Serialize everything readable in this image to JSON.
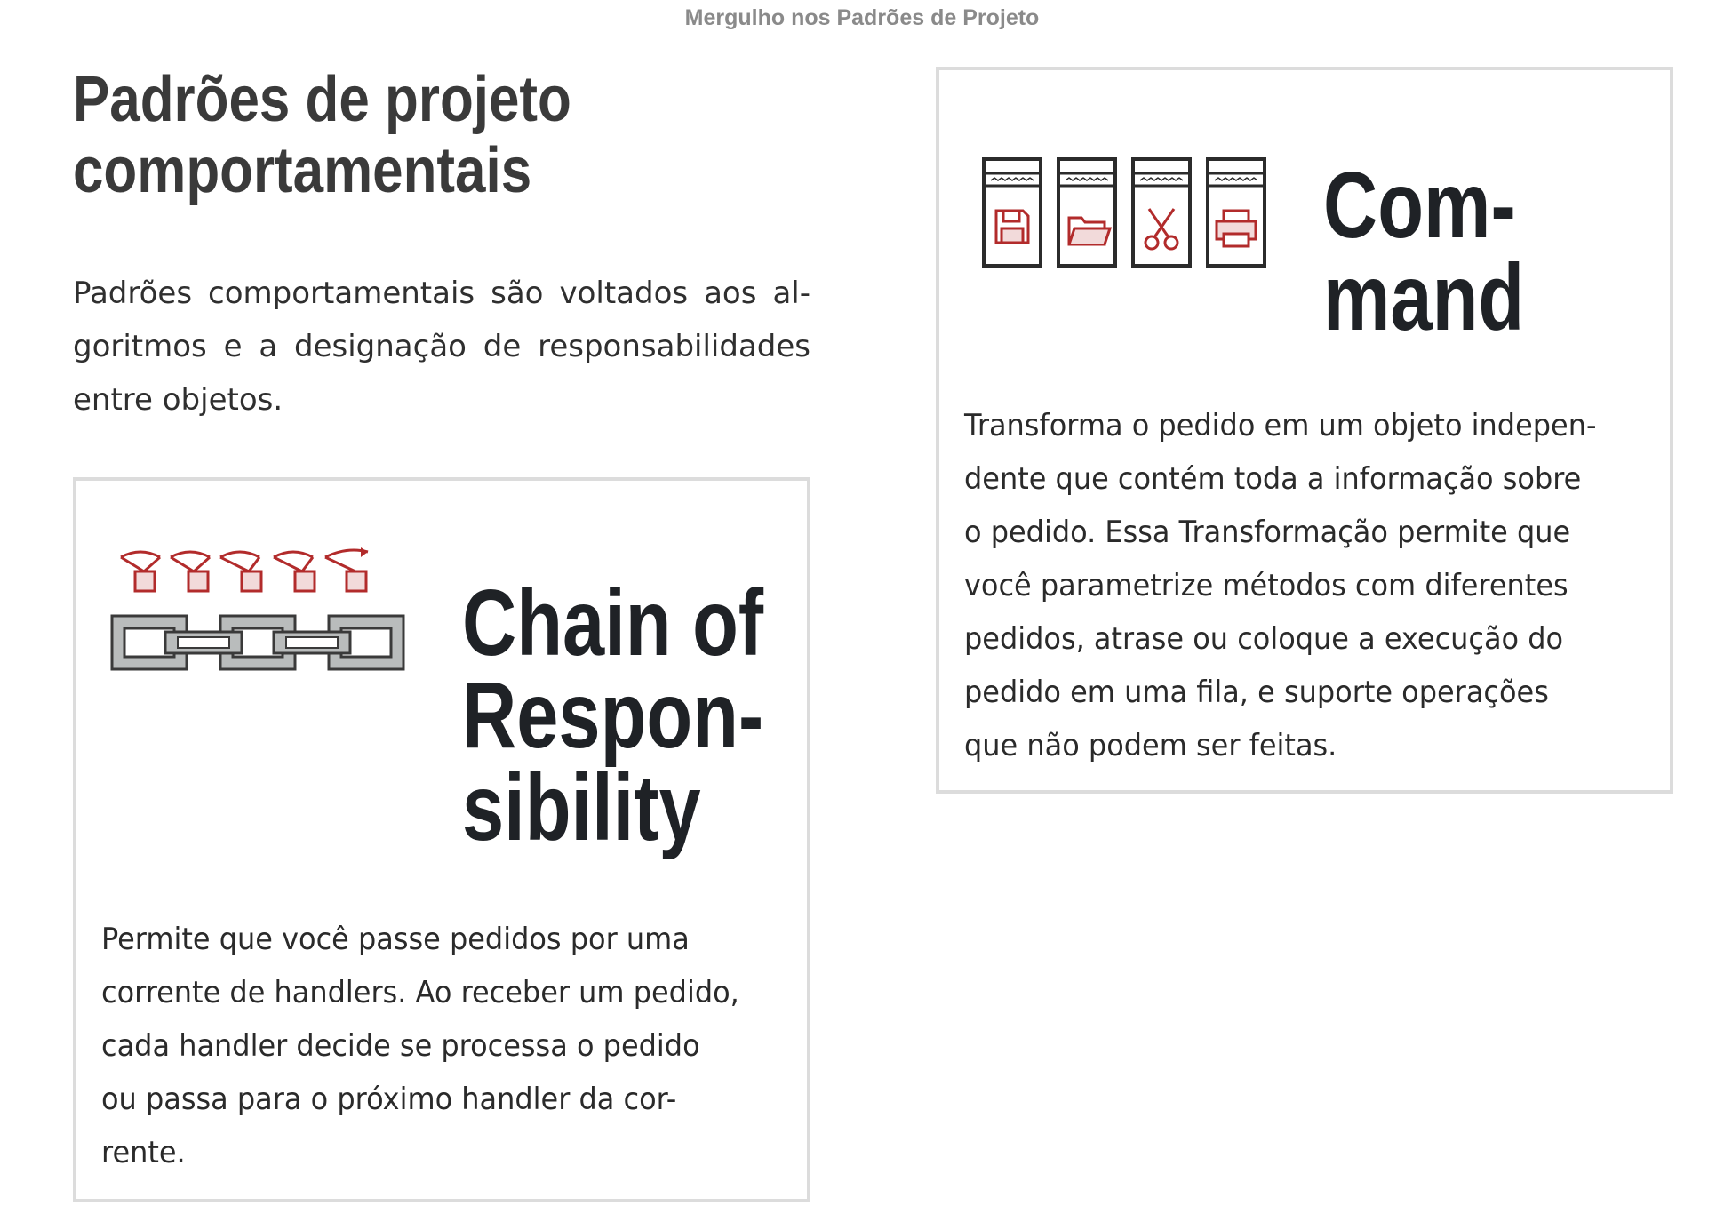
{
  "header": {
    "book_title": "Mergulho nos Padrões de Projeto"
  },
  "section": {
    "title_lines": [
      "Padrões de projeto",
      "comportamentais"
    ],
    "intro_lines": [
      "Padrões comportamentais são voltados aos al-",
      "goritmos e a designação de responsabilidades",
      "entre objetos."
    ]
  },
  "patterns": {
    "command": {
      "title_lines": [
        "Com-",
        "mand"
      ],
      "icon": "command-buttons-icon",
      "description_lines": [
        "Transforma o pedido em um objeto indepen-",
        "dente que contém toda a informação sobre",
        "o pedido. Essa Transformação permite que",
        "você parametrize métodos com diferentes",
        "pedidos, atrase ou coloque a execução do",
        "pedido em uma fila, e suporte operações",
        "que não podem ser feitas."
      ]
    },
    "chain": {
      "title_lines": [
        "Chain of",
        "Respon-",
        "sibility"
      ],
      "icon": "chain-of-responsibility-icon",
      "description_lines": [
        "Permite que você passe pedidos por uma",
        "corrente de handlers. Ao receber um pedido,",
        "cada handler decide se processa o pedido",
        "ou passa para o próximo handler da cor-",
        "rente."
      ]
    }
  },
  "colors": {
    "accent_red": "#b22b2b",
    "border_gray": "#dcdcdc",
    "text_dark": "#1f2226",
    "chain_gray": "#b9bcbc"
  }
}
